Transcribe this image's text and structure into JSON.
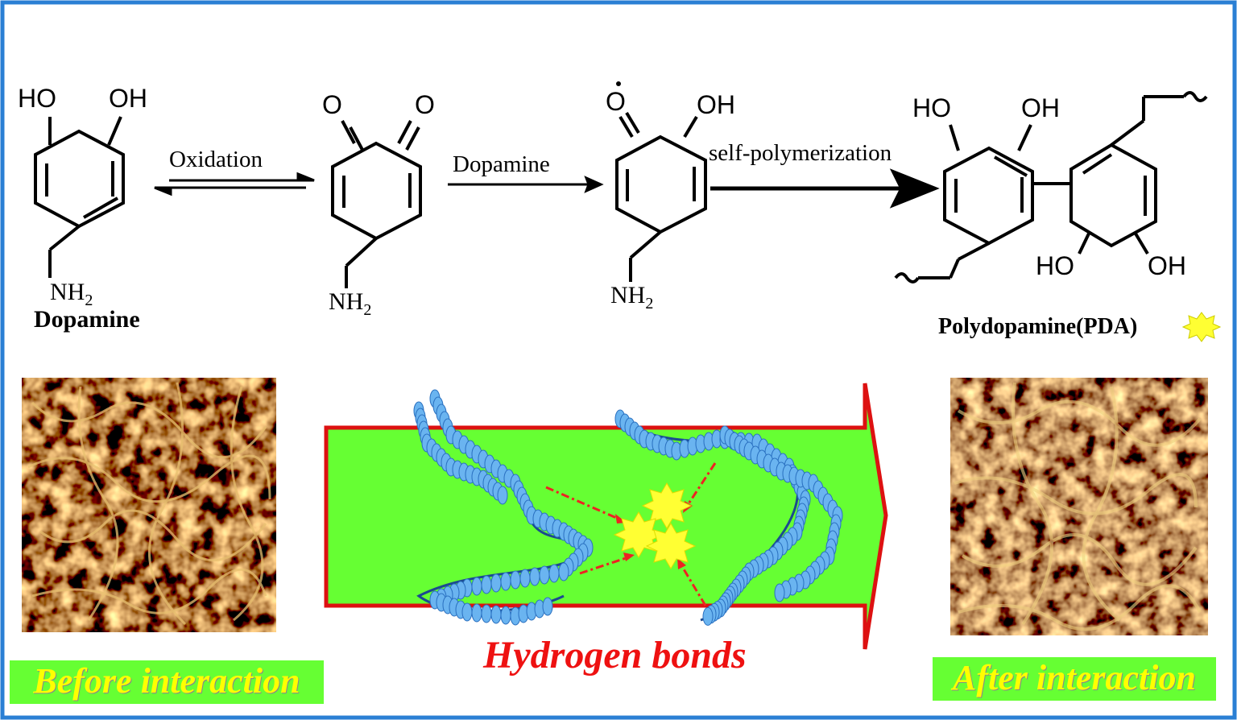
{
  "reaction": {
    "arrow_oxidation": "Oxidation",
    "arrow_dopamine": "Dopamine",
    "arrow_polymerization": "self-polymerization"
  },
  "molecules": {
    "dopamine": {
      "name": "Dopamine",
      "oh1": "HO",
      "oh2": "OH",
      "amine": "NH",
      "amine_sub": "2"
    },
    "quinone": {
      "o1": "O",
      "o2": "O",
      "amine": "NH",
      "amine_sub": "2"
    },
    "radical": {
      "o1": "O",
      "oh": "OH",
      "amine": "NH",
      "amine_sub": "2"
    },
    "pda": {
      "name": "Polydopamine(PDA)",
      "ho1": "HO",
      "oh1": "OH",
      "ho2": "HO",
      "oh2": "OH"
    }
  },
  "panels": {
    "before_label": "Before interaction",
    "after_label": "After interaction",
    "center_label": "Hydrogen bonds"
  },
  "colors": {
    "frame": "#2a7fd4",
    "arrow_fill": "#66ff33",
    "arrow_border": "#dd1111",
    "caption_bg": "#66ff33",
    "caption_text": "#ffff00",
    "hbond_text": "#ee1111",
    "star": "#ffff33",
    "helix": "#6ab4f0"
  }
}
